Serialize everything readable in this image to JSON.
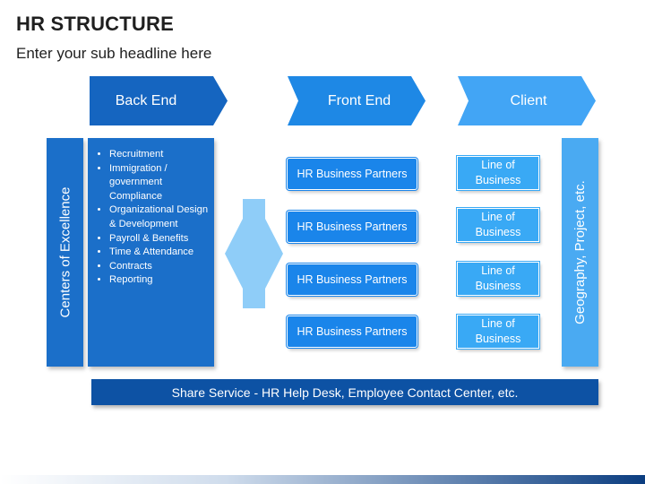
{
  "header": {
    "title": "HR STRUCTURE",
    "subtitle": "Enter your sub headline here"
  },
  "columns": {
    "back_end": "Back End",
    "front_end": "Front End",
    "client": "Client"
  },
  "left_side": {
    "label": "Centers of Excellence"
  },
  "right_side": {
    "label": "Geography, Project, etc."
  },
  "back_end_items": [
    "Recruitment",
    "Immigration / government Compliance",
    "Organizational Design & Development",
    "Payroll & Benefits",
    "Time & Attendance",
    "Contracts",
    "Reporting"
  ],
  "front_end_items": [
    "HR Business Partners",
    "HR Business Partners",
    "HR Business Partners",
    "HR Business Partners"
  ],
  "client_items": [
    "Line of Business",
    "Line of Business",
    "Line of Business",
    "Line of Business"
  ],
  "footer": {
    "shared_service": "Share Service - HR Help Desk, Employee Contact Center, etc."
  },
  "colors": {
    "back_end": "#1565c0",
    "front_end": "#1e88e5",
    "client": "#42a5f5",
    "bottom_bar": "#0d52a4",
    "arrow": "#8fcdf8"
  }
}
